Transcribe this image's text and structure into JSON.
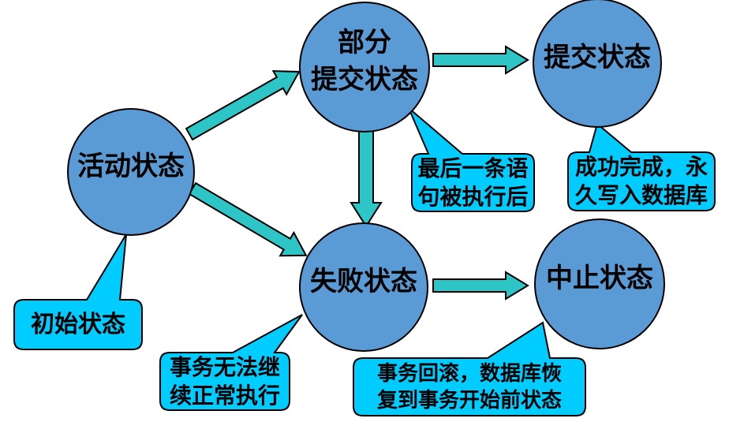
{
  "colors": {
    "background": "#ffffff",
    "node_fill": "#5b9bd5",
    "arrow_fill": "#2ec5c6",
    "callout_fill": "#00ccff",
    "outline": "#000000",
    "text": "#000000"
  },
  "nodes": [
    {
      "id": "active",
      "lines": [
        "活动状态"
      ]
    },
    {
      "id": "partially-committed",
      "lines": [
        "部分",
        "提交状态"
      ]
    },
    {
      "id": "committed",
      "lines": [
        "提交状态"
      ]
    },
    {
      "id": "failed",
      "lines": [
        "失败状态"
      ]
    },
    {
      "id": "aborted",
      "lines": [
        "中止状态"
      ]
    }
  ],
  "callouts": [
    {
      "id": "initial-state",
      "target": "活动状态",
      "lines": [
        "初始状态"
      ]
    },
    {
      "id": "last-statement",
      "target": "部分提交状态",
      "lines": [
        "最后一条语",
        "句被执行后"
      ]
    },
    {
      "id": "success-written",
      "target": "提交状态",
      "lines": [
        "成功完成，永",
        "久写入数据库"
      ]
    },
    {
      "id": "cannot-continue",
      "target": "失败状态",
      "lines": [
        "事务无法继",
        "续正常执行"
      ]
    },
    {
      "id": "rollback-restore",
      "target": "中止状态",
      "lines": [
        "事务回滚，数据库恢",
        "复到事务开始前状态"
      ]
    }
  ],
  "arrows": [
    {
      "from": "活动状态",
      "to": "部分提交状态"
    },
    {
      "from": "活动状态",
      "to": "失败状态"
    },
    {
      "from": "部分提交状态",
      "to": "提交状态"
    },
    {
      "from": "部分提交状态",
      "to": "失败状态"
    },
    {
      "from": "失败状态",
      "to": "中止状态"
    }
  ]
}
